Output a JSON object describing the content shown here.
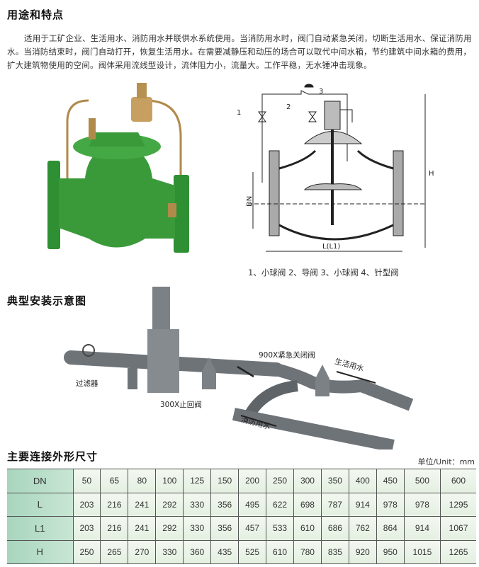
{
  "section1": {
    "title": "用途和特点",
    "paragraph": "适用于工矿企业、生活用水、消防用水并联供水系统使用。当消防用水时，阀门自动紧急关闭，切断生活用水、保证消防用水。当消防结束时，阀门自动打开，恢复生活用水。在需要减静压和动压的场合可以取代中间水箱，节约建筑中间水箱的费用，扩大建筑物使用的空间。阀体采用流线型设计，流体阻力小，流量大。工作平稳，无水锤冲击现象。"
  },
  "diagram": {
    "labels": [
      "1",
      "2",
      "3"
    ],
    "dim_dn": "DN",
    "dim_h": "H",
    "dim_l": "L(L1)",
    "caption": "1、小球阀  2、导阀  3、小球阀  4、针型阀"
  },
  "section2": {
    "title": "典型安装示意图",
    "labels": {
      "filter": "过滤器",
      "check_valve": "300X止回阀",
      "emergency_valve": "900X紧急关闭阀",
      "domestic": "生活用水",
      "fire": "消防用水"
    }
  },
  "section3": {
    "title": "主要连接外形尺寸",
    "unit": "单位/Unit：mm",
    "rows": [
      {
        "label": "DN",
        "values": [
          "50",
          "65",
          "80",
          "100",
          "125",
          "150",
          "200",
          "250",
          "300",
          "350",
          "400",
          "450",
          "500",
          "600"
        ]
      },
      {
        "label": "L",
        "values": [
          "203",
          "216",
          "241",
          "292",
          "330",
          "356",
          "495",
          "622",
          "698",
          "787",
          "914",
          "978",
          "978",
          "1295"
        ]
      },
      {
        "label": "L1",
        "values": [
          "203",
          "216",
          "241",
          "292",
          "330",
          "356",
          "457",
          "533",
          "610",
          "686",
          "762",
          "864",
          "914",
          "1067"
        ]
      },
      {
        "label": "H",
        "values": [
          "250",
          "265",
          "270",
          "330",
          "360",
          "435",
          "525",
          "610",
          "780",
          "835",
          "920",
          "950",
          "1015",
          "1265"
        ]
      }
    ]
  },
  "colors": {
    "valve_green": "#3a9a3a",
    "table_header": "#a8d5bd"
  }
}
